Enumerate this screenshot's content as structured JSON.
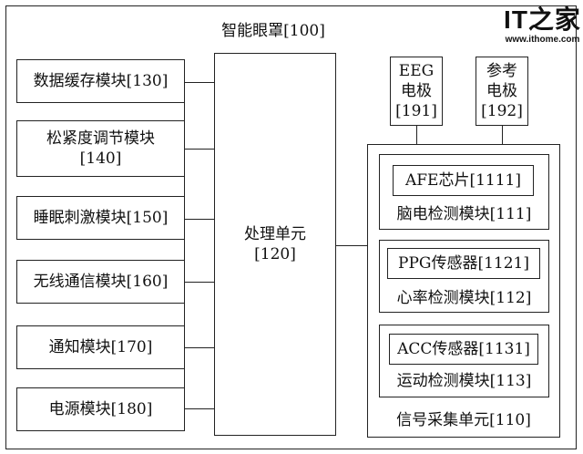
{
  "title": "智能眼罩[100]",
  "left_modules": [
    {
      "line1": "数据缓存模块[130]",
      "line2": ""
    },
    {
      "line1": "松紧度调节模块",
      "line2": "[140]"
    },
    {
      "line1": "睡眠刺激模块[150]",
      "line2": ""
    },
    {
      "line1": "无线通信模块[160]",
      "line2": ""
    },
    {
      "line1": "通知模块[170]",
      "line2": ""
    },
    {
      "line1": "电源模块[180]",
      "line2": ""
    }
  ],
  "processing_unit": {
    "line1": "处理单元",
    "line2": "[120]"
  },
  "electrodes": [
    {
      "line1": "EEG",
      "line2": "电极",
      "line3": "[191]"
    },
    {
      "line1": "参考",
      "line2": "电极",
      "line3": "[192]"
    }
  ],
  "signal_unit": {
    "label": "信号采集单元[110]",
    "submodules": [
      {
        "inner": "AFE芯片[1111]",
        "label": "脑电检测模块[111]"
      },
      {
        "inner": "PPG传感器[1121]",
        "label": "心率检测模块[112]"
      },
      {
        "inner": "ACC传感器[1131]",
        "label": "运动检测模块[113]"
      }
    ]
  },
  "watermark": {
    "logo": "IT之家",
    "url": "www.ithome.com"
  }
}
